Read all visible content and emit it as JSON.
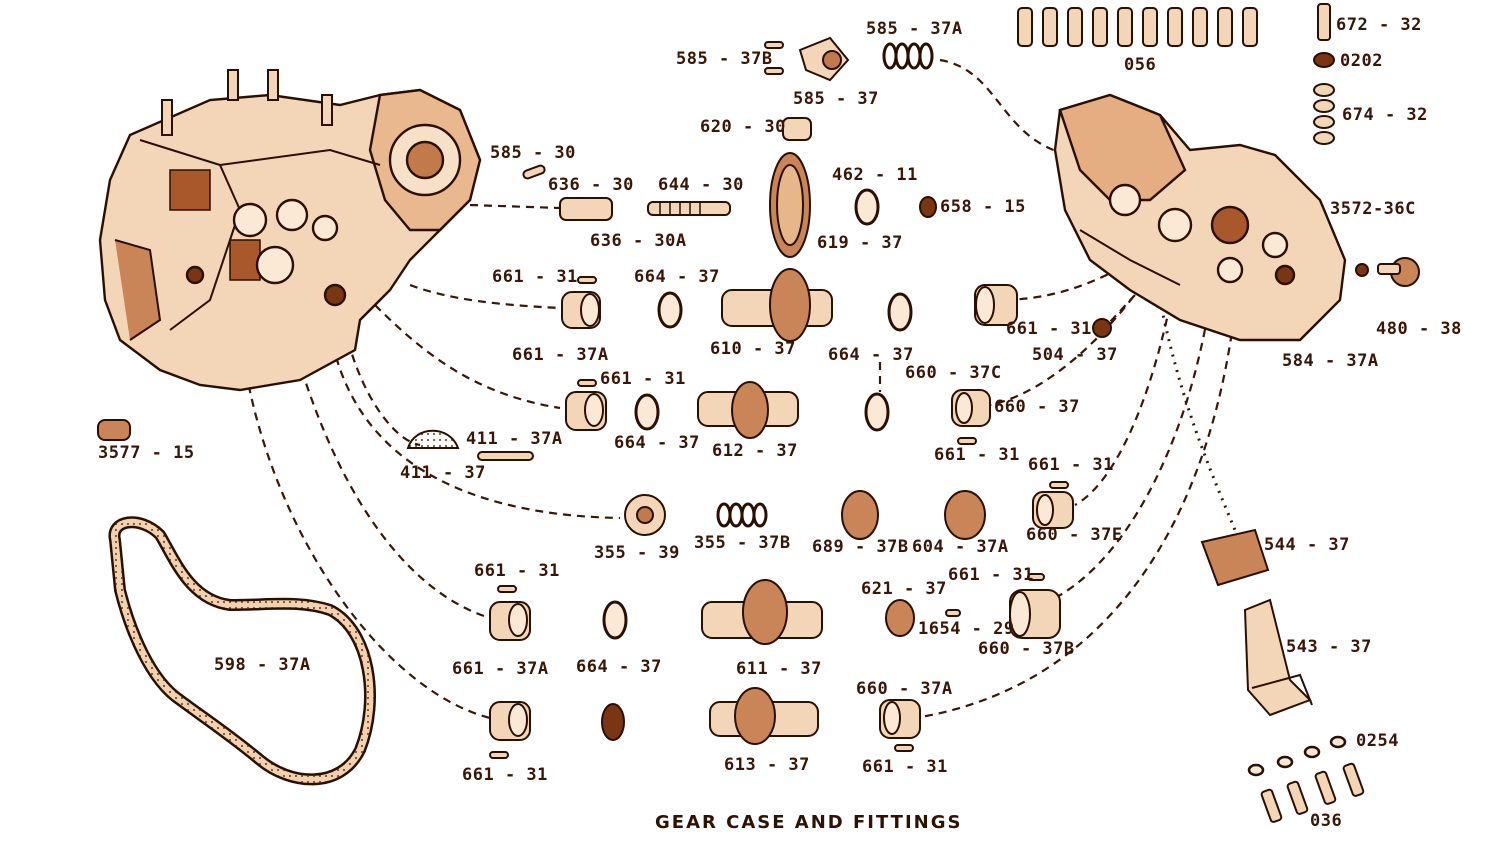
{
  "caption": "GEAR CASE AND FITTINGS",
  "colors": {
    "ink": "#3a1606",
    "part_fill": "#f3d6b8",
    "part_shadow": "#b86a3c",
    "background": "#ffffff"
  },
  "parts": {
    "p585_37a": "585 - 37A",
    "p585_37b": "585 - 37B",
    "p585_37": "585 - 37",
    "p620_30": "620 - 30",
    "p585_30": "585 - 30",
    "p636_30": "636 - 30",
    "p644_30": "644 - 30",
    "p636_30a": "636 - 30A",
    "p462_11": "462 - 11",
    "p658_15": "658 - 15",
    "p619_37": "619 - 37",
    "p056": "056",
    "p672_32": "672 - 32",
    "p0202": "0202",
    "p674_32": "674 - 32",
    "p3572_36c": "3572-36C",
    "p661_31_a": "661 - 31",
    "p664_37_a": "664 - 37",
    "p661_37a_a": "661 - 37A",
    "p610_37": "610 - 37",
    "p664_37_b": "664 - 37",
    "p660_37c": "660 - 37C",
    "p661_31_b": "661 - 31",
    "p504_37": "504 - 37",
    "p480_38": "480 - 38",
    "p584_37a": "584 - 37A",
    "p661_31_c": "661 - 31",
    "p664_37_c": "664 - 37",
    "p612_37": "612 - 37",
    "p660_37": "660 - 37",
    "p661_31_d": "661 - 31",
    "p3577_15": "3577 - 15",
    "p411_37a": "411 - 37A",
    "p411_37": "411 - 37",
    "p661_31_e": "661 - 31",
    "p355_39": "355 - 39",
    "p355_37b": "355 - 37B",
    "p689_37b": "689 - 37B",
    "p604_37a": "604 - 37A",
    "p660_37e": "660 - 37E",
    "p544_37": "544 - 37",
    "p661_31_f": "661 - 31",
    "p621_37": "621 - 37",
    "p661_31_g": "661 - 31",
    "p1654_29": "1654 - 29",
    "p660_37b": "660 - 37B",
    "p598_37a": "598 - 37A",
    "p661_37a_b": "661 - 37A",
    "p664_37_d": "664 - 37",
    "p611_37": "611 - 37",
    "p543_37": "543 - 37",
    "p660_37a": "660 - 37A",
    "p613_37": "613 - 37",
    "p661_31_h": "661 - 31",
    "p661_31_i": "661 - 31",
    "p0254": "0254",
    "p036": "036"
  }
}
